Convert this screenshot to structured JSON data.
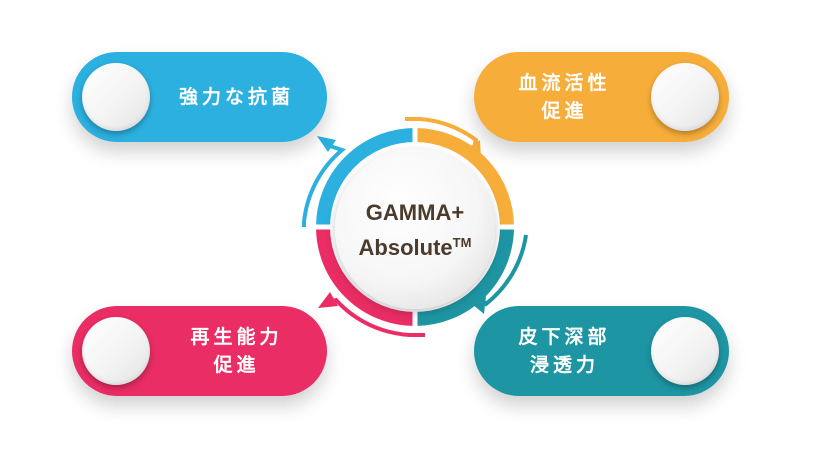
{
  "center": {
    "line1": "GAMMA+",
    "line2": "Absolute",
    "trademark": "TM"
  },
  "pills": [
    {
      "id": "top-left",
      "lines": [
        "強力な抗菌"
      ],
      "color": "#2bb0e0"
    },
    {
      "id": "top-right",
      "lines": [
        "血流活性",
        "促進"
      ],
      "color": "#f7ad3a"
    },
    {
      "id": "bottom-left",
      "lines": [
        "再生能力",
        "促進"
      ],
      "color": "#ea2d64"
    },
    {
      "id": "bottom-right",
      "lines": [
        "皮下深部",
        "浸透力"
      ],
      "color": "#1e95a3"
    }
  ]
}
